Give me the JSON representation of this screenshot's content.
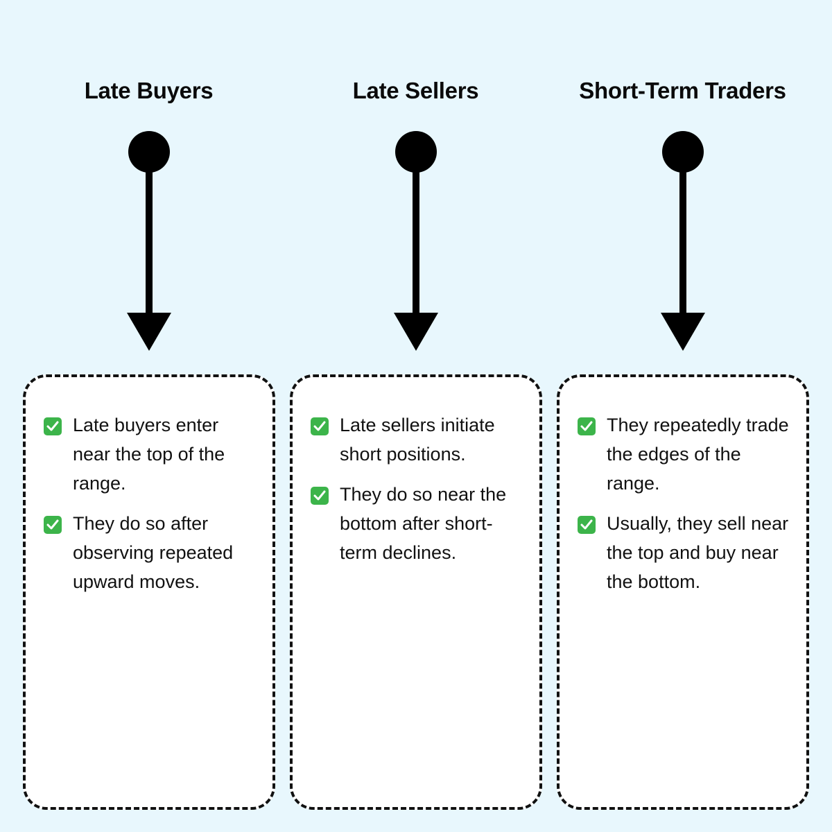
{
  "columns": [
    {
      "title": "Late Buyers",
      "items": [
        "Late buyers enter near the top of the range.",
        "They do so after observing repeated upward moves."
      ]
    },
    {
      "title": "Late Sellers",
      "items": [
        "Late sellers initiate short positions.",
        "They do so near the bottom after short-term declines."
      ]
    },
    {
      "title": "Short-Term Traders",
      "items": [
        "They repeatedly trade the edges of the range.",
        "Usually, they sell near the top and buy near the bottom."
      ]
    }
  ],
  "colors": {
    "background": "#e8f7fd",
    "check": "#3cb44a",
    "ink": "#000000"
  }
}
